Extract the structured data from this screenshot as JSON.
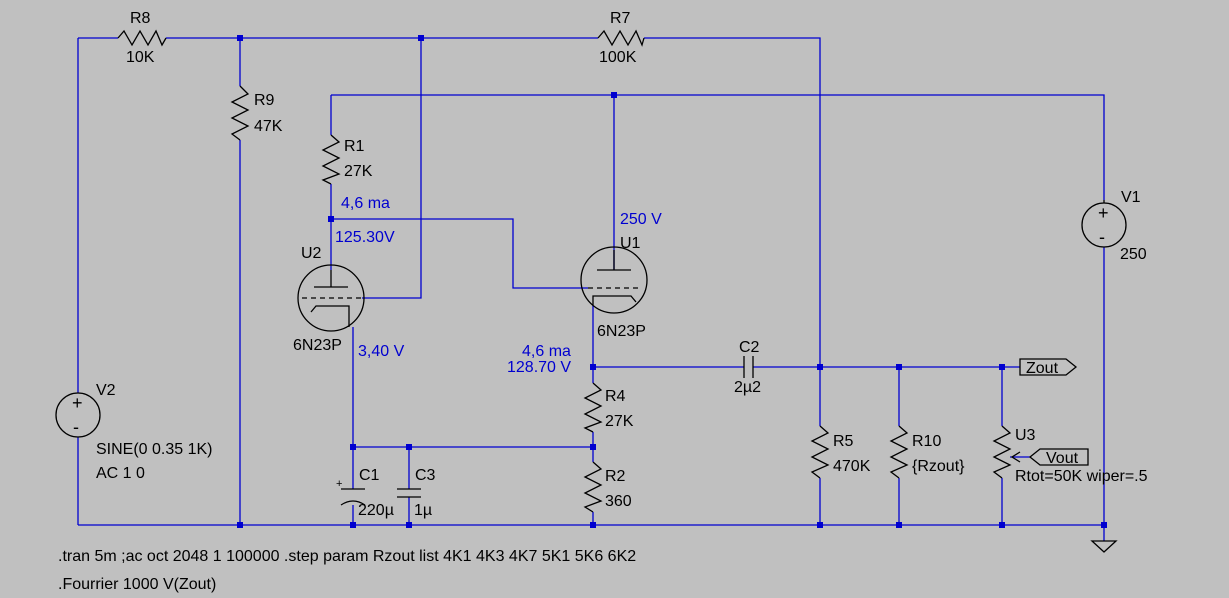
{
  "labels": {
    "r8": "R8",
    "r8v": "10K",
    "r7": "R7",
    "r7v": "100K",
    "r9": "R9",
    "r9v": "47K",
    "r1": "R1",
    "r1v": "27K",
    "u2": "U2",
    "u2v": "6N23P",
    "u1": "U1",
    "u1v": "6N23P",
    "v1": "V1",
    "v1v": "250",
    "v2": "V2",
    "v2s": "SINE(0 0.35 1K)",
    "v2ac": "AC 1 0",
    "c2": "C2",
    "c2v": "2µ2",
    "r4": "R4",
    "r4v": "27K",
    "r2": "R2",
    "r2v": "360",
    "r5": "R5",
    "r5v": "470K",
    "r10": "R10",
    "r10v": "{Rzout}",
    "u3": "U3",
    "u3v": "Rtot=50K wiper=.5",
    "c1": "C1",
    "c1v": "220µ",
    "c3": "C3",
    "c3v": "1µ",
    "zout": "Zout",
    "vout": "Vout"
  },
  "annotations": {
    "u2_current": "4,6 ma",
    "u2_anode": "125.30V",
    "u2_cathode": "3,40 V",
    "u1_anode": "250 V",
    "u1_current": "4,6 ma",
    "u1_cathode": "128.70 V"
  },
  "directives": {
    "line1": ".tran 5m ;ac oct 2048 1 100000 .step param Rzout list 4K1 4K3 4K7 5K1 5K6 6K2",
    "line2": ".Fourrier 1000 V(Zout)"
  }
}
